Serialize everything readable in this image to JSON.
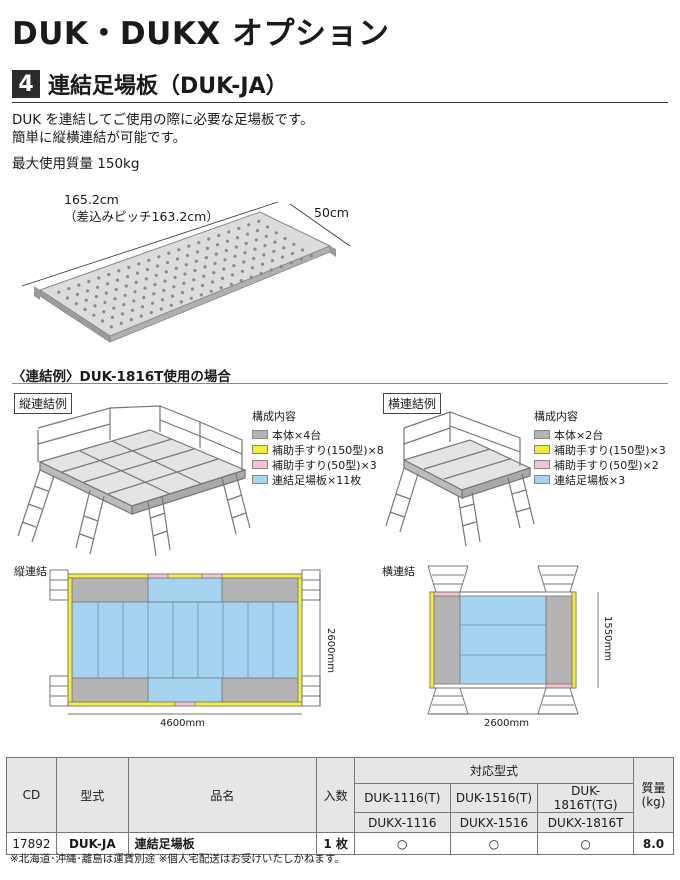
{
  "header": {
    "title": "DUK・DUKX オプション"
  },
  "section": {
    "number": "4",
    "title": "連結足場板（DUK-JA）"
  },
  "description": {
    "line1": "DUK を連結してご使用の際に必要な足場板です。",
    "line2": "簡単に縦横連結が可能です。",
    "max_load": "最大使用質量 150kg"
  },
  "dimensions": {
    "length": "165.2cm",
    "pitch": "（差込みピッチ163.2cm）",
    "width": "50cm"
  },
  "example": {
    "heading": "〈連結例〉DUK-1816T使用の場合",
    "vertical_tag": "縦連結例",
    "horizontal_tag": "横連結例",
    "legend_left": {
      "title": "構成内容",
      "items": [
        "本体×4台",
        "補助手すり(150型)×8",
        "補助手すり(50型)×3",
        "連結足場板×11枚"
      ]
    },
    "legend_right": {
      "title": "構成内容",
      "items": [
        "本体×2台",
        "補助手すり(150型)×3",
        "補助手すり(50型)×2",
        "連結足場板×3"
      ]
    },
    "legend_colors": [
      "#b4b4b4",
      "#f4ec3c",
      "#f3c3cf",
      "#a6d3f0"
    ],
    "plan_vertical_label": "縦連結",
    "plan_horizontal_label": "横連結",
    "plan_vertical_width": "4600mm",
    "plan_vertical_depth": "2600mm",
    "plan_horizontal_width": "2600mm",
    "plan_horizontal_depth": "1550mm"
  },
  "table": {
    "headers": {
      "cd": "CD",
      "model": "型式",
      "name": "品名",
      "qty": "入数",
      "compat": "対応型式",
      "weight": "質量\n(kg)"
    },
    "compat_row1": [
      "DUK-1116(T)",
      "DUK-1516(T)",
      "DUK-1816T(TG)"
    ],
    "compat_row2": [
      "DUKX-1116",
      "DUKX-1516",
      "DUKX-1816T"
    ],
    "row": {
      "cd": "17892",
      "model": "DUK-JA",
      "name": "連結足場板",
      "qty": "1 枚",
      "marks": [
        "○",
        "○",
        "○"
      ],
      "weight": "8.0"
    }
  },
  "footnote": "※北海道･沖縄･離島は運賃別途 ※個人宅配送はお受けいたしかねます。"
}
